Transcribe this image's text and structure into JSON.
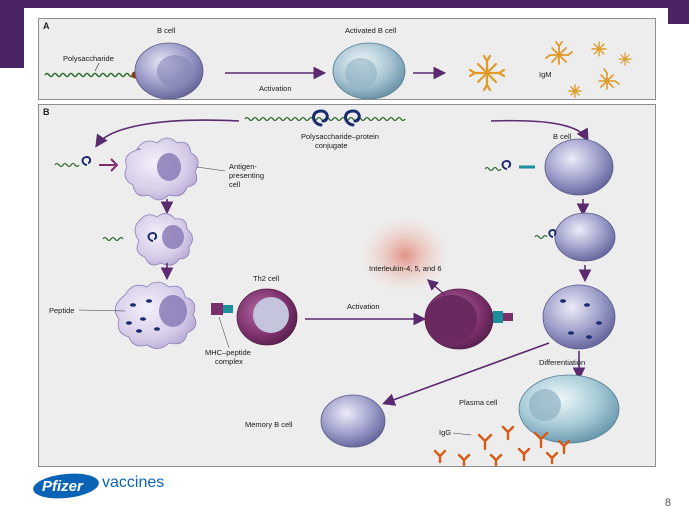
{
  "slide": {
    "number": "8"
  },
  "brand": {
    "logo_text": "Pfizer",
    "sub_text": "vaccines",
    "color": "#0a63b5"
  },
  "panel_a": {
    "letter": "A",
    "labels": {
      "polysaccharide": "Polysaccharide",
      "b_cell": "B cell",
      "activated_b_cell": "Activated B cell",
      "activation": "Activation",
      "igm": "IgM"
    }
  },
  "panel_b": {
    "letter": "B",
    "labels": {
      "conjugate_line1": "Polysaccharide–protein",
      "conjugate_line2": "conjugate",
      "apc_line1": "Antigen-",
      "apc_line2": "presenting",
      "apc_line3": "cell",
      "b_cell": "B cell",
      "interleukin": "Interleukin-4, 5, and 6",
      "th2_cell": "Th2 cell",
      "peptide": "Peptide",
      "activation": "Activation",
      "mhc_line1": "MHC–peptide",
      "mhc_line2": "complex",
      "differentiation": "Differentiation",
      "memory_b_cell": "Memory B cell",
      "plasma_cell": "Plasma cell",
      "igg": "IgG"
    }
  },
  "colors": {
    "purple_bar": "#4b2466",
    "arrow": "#5b2a6e",
    "igm": "#e09a2a",
    "igg": "#d85a16",
    "cell": "#8f8fbf",
    "apc": "#d8d2ea",
    "th2": "#7a2f6a",
    "teal": "#1b8f9a"
  }
}
